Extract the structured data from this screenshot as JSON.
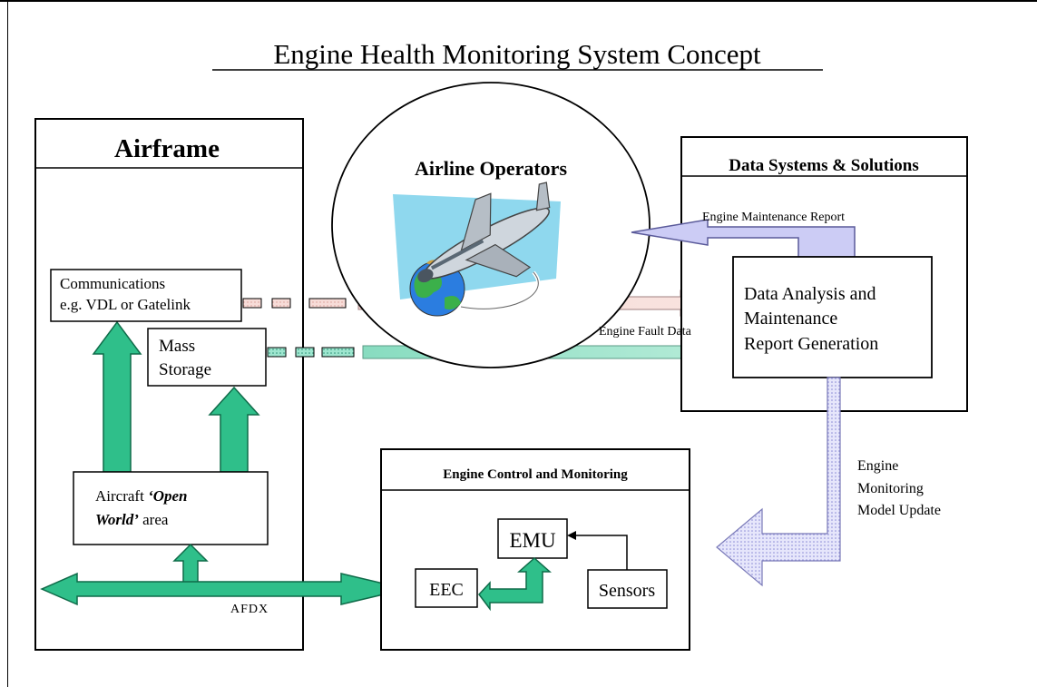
{
  "title": "Engine Health Monitoring System Concept",
  "airframe": {
    "heading": "Airframe",
    "communications": {
      "line1": "Communications",
      "line2": "e.g. VDL or Gatelink"
    },
    "mass_storage": {
      "line1": "Mass",
      "line2": "Storage"
    },
    "open_world": {
      "prefix": "Aircraft ",
      "italic1": "‘Open",
      "italic2": "World’",
      "suffix": " area"
    },
    "bus_label": "AFDX"
  },
  "operators": {
    "heading": "Airline Operators"
  },
  "data_systems": {
    "heading": "Data Systems & Solutions",
    "analysis": {
      "line1": "Data Analysis and",
      "line2": "Maintenance",
      "line3": "Report Generation"
    }
  },
  "engine": {
    "heading": "Engine Control and Monitoring",
    "emu": "EMU",
    "eec": "EEC",
    "sensors": "Sensors"
  },
  "flows": {
    "maintenance_report": "Engine Maintenance Report",
    "fault_data": "Engine Fault Data",
    "model_update": {
      "line1": "Engine",
      "line2": "Monitoring",
      "line3": "Model Update"
    }
  },
  "colors": {
    "green": "#2fbf8a",
    "green_edge": "#0f6b49",
    "pink": "#f5d4d0",
    "lavender": "#ccccf5",
    "sky": "#8fd8ee"
  },
  "icons": {
    "operators_clipart": "airplane-globe-icon"
  }
}
